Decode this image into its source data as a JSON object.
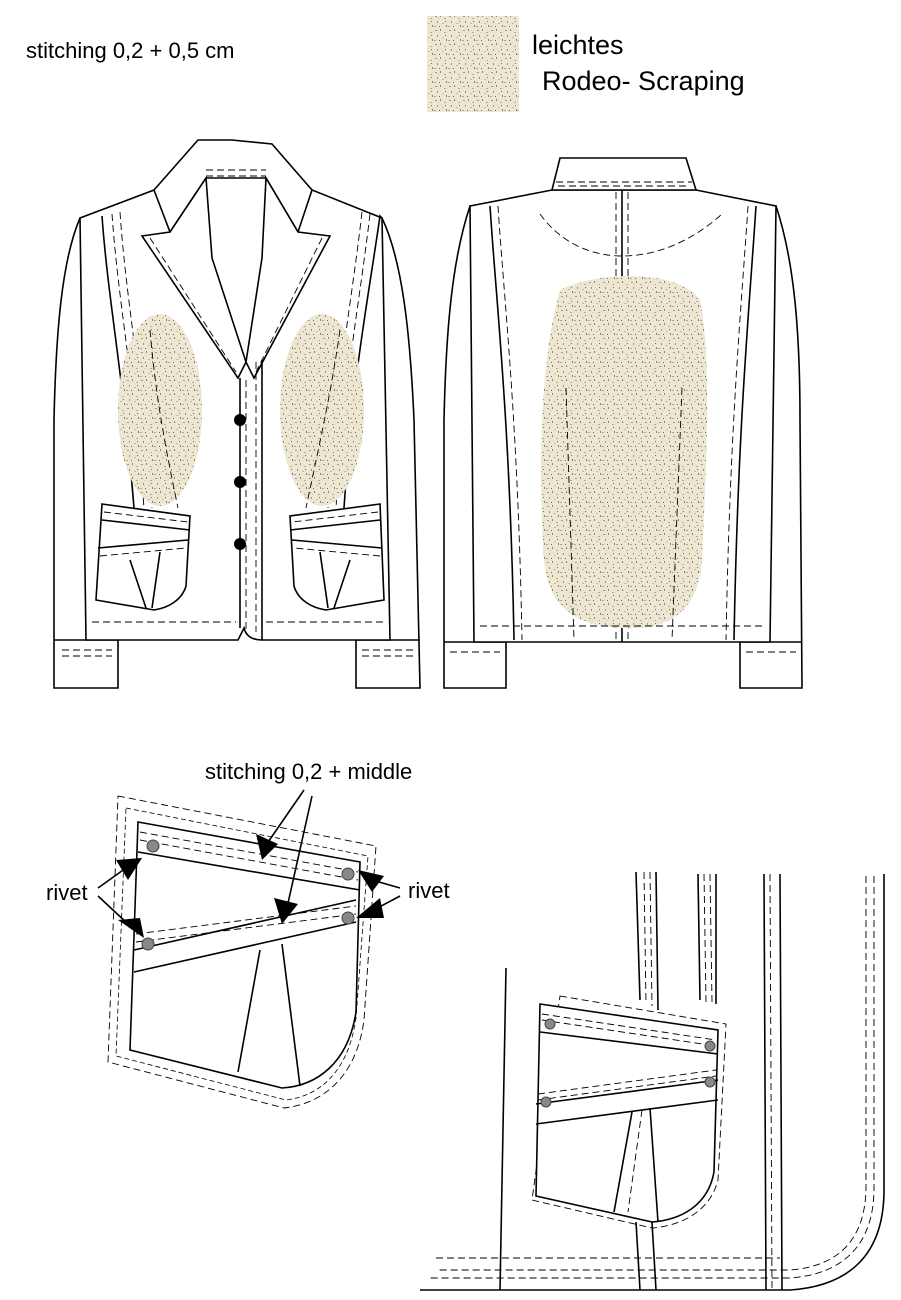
{
  "header": {
    "stitching_note": "stitching 0,2 + 0,5 cm",
    "finish_label_line1": "leichtes",
    "finish_label_line2": "Rodeo- Scraping"
  },
  "pocket_detail": {
    "stitching_callout": "stitching 0,2 + middle",
    "rivet_left": "rivet",
    "rivet_right": "rivet"
  },
  "colors": {
    "line": "#000000",
    "scrape_light": "#e9e3cf",
    "scrape_dark": "#b8ad8c",
    "rivet": "#888888"
  }
}
